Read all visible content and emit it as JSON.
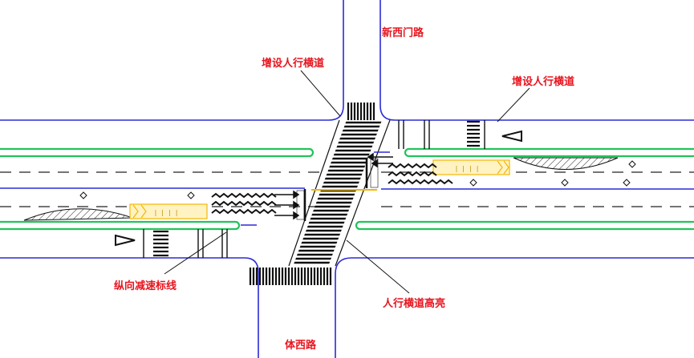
{
  "roads": {
    "north": "新西门路",
    "south": "体西路"
  },
  "annotations": {
    "crosswalk_nw": "增设人行横道",
    "crosswalk_ne": "增设人行横道",
    "decel_marking": "纵向减速标线",
    "crosswalk_highlight": "人行横道高亮"
  },
  "colors": {
    "curb": "#2b2bd6",
    "median": "#22c35a",
    "label": "#e8141e",
    "highlight": "#f2b705",
    "marking": "#111111"
  }
}
